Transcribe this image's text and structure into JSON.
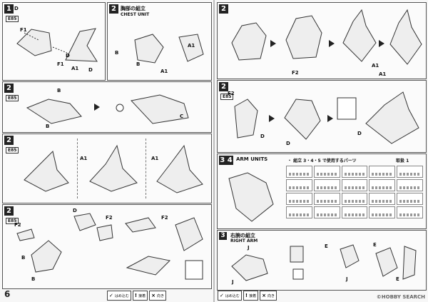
{
  "left_page": {
    "page_number": "6",
    "steps": [
      {
        "num": "1",
        "code": "E85",
        "labels": [
          "D",
          "F1",
          "D",
          "F1",
          "A1",
          "D"
        ]
      },
      {
        "num": "2",
        "title": "胸部の組立",
        "subtitle": "CHEST UNIT",
        "labels": [
          "B",
          "A1",
          "A1",
          "B"
        ]
      },
      {
        "num": "2",
        "code": "E85",
        "labels": [
          "B",
          "B",
          "C"
        ]
      },
      {
        "num": "2",
        "code": "E85",
        "labels": [
          "A1",
          "A1"
        ]
      },
      {
        "num": "2",
        "code": "E85",
        "labels": [
          "F2",
          "D",
          "F2",
          "F2",
          "B",
          "B"
        ]
      }
    ],
    "notes": [
      "はめ込む",
      "接着",
      "向き"
    ]
  },
  "right_page": {
    "steps": [
      {
        "num": "2",
        "labels": [
          "F2",
          "A1",
          "A1"
        ]
      },
      {
        "num": "2",
        "code": "E85",
        "labels": [
          "F2",
          "D",
          "D",
          "D"
        ]
      },
      {
        "num": "3 4",
        "title": "ARM UNITS",
        "parts_header": "・ 組立 3・4・5 で使用するパーツ",
        "parts_code": "取扱 1",
        "labels": []
      },
      {
        "num": "3",
        "title": "右腕の組立",
        "subtitle": "RIGHT ARM",
        "labels": [
          "J",
          "J",
          "E",
          "E",
          "J",
          "E"
        ]
      }
    ],
    "notes": [
      "はめ込む",
      "接着",
      "向き"
    ],
    "watermark": "©HOBBY SEARCH"
  },
  "icons": {
    "arrow": "step-arrow-icon",
    "sprue": "sprue-icon"
  },
  "colors": {
    "ink": "#222222",
    "paper": "#f7f7f7"
  }
}
